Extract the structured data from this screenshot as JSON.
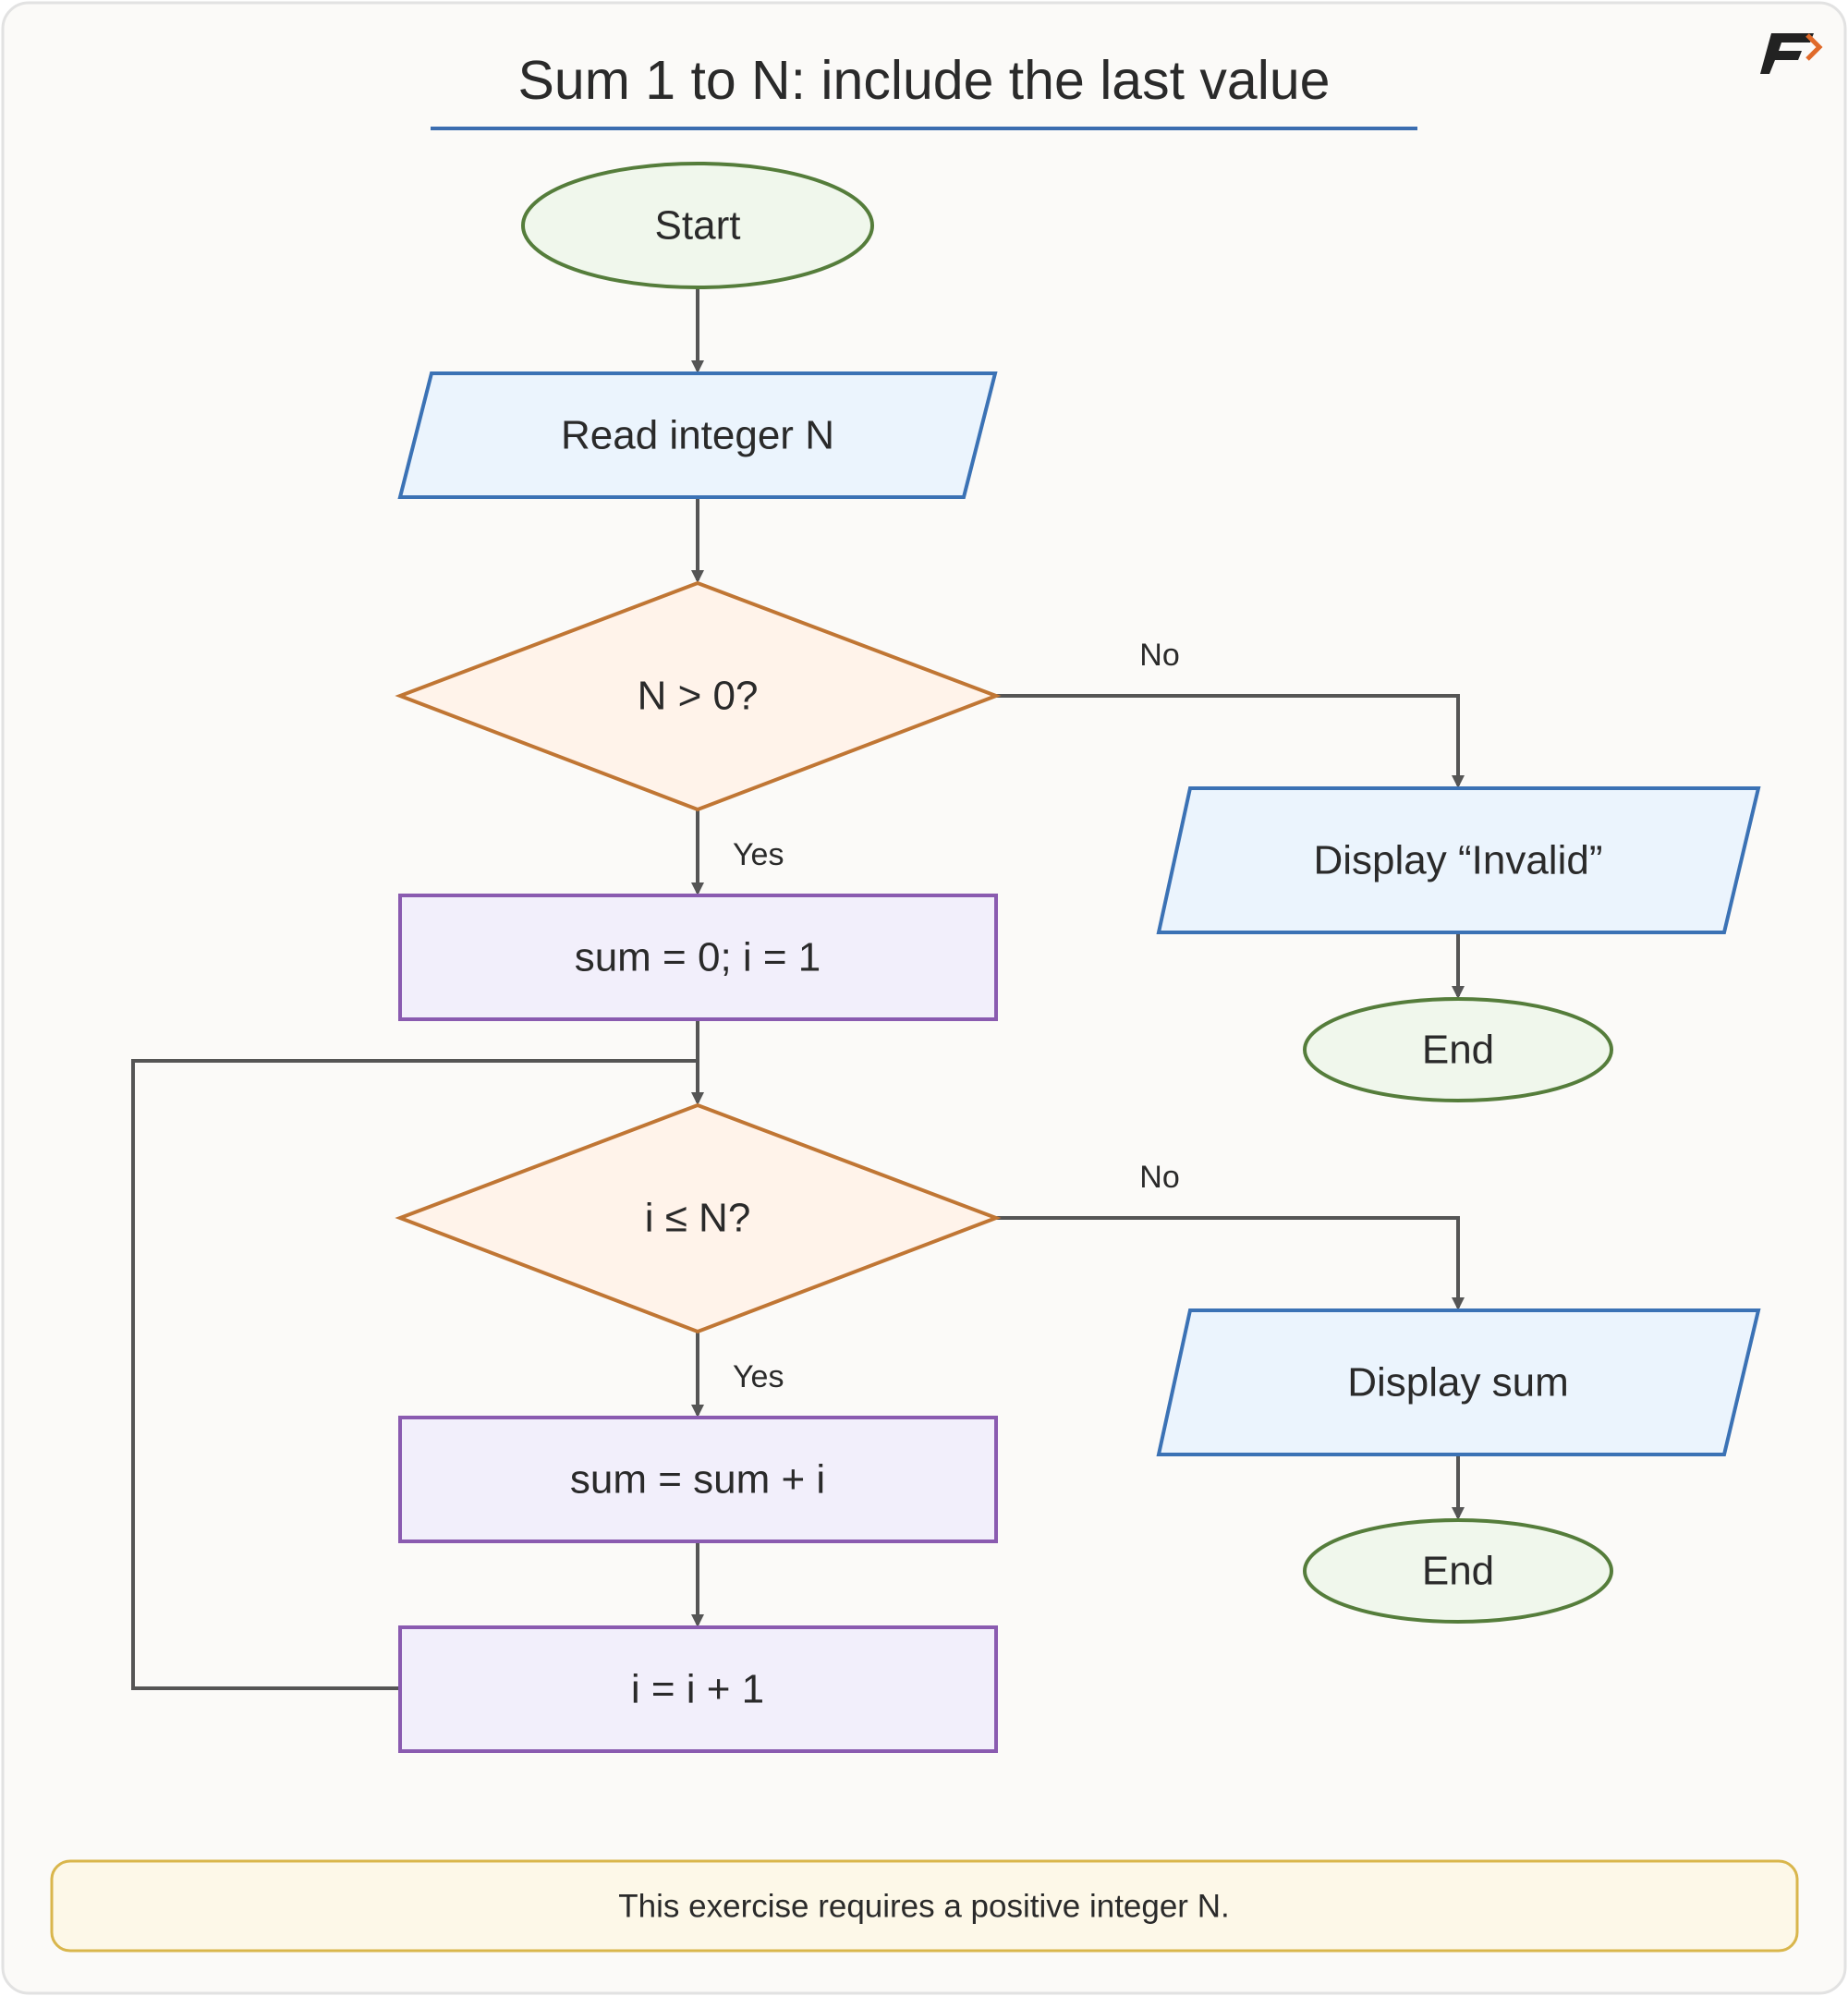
{
  "diagram": {
    "title": "Sum 1 to N: include the last value",
    "note": "This exercise requires a positive integer N.",
    "colors": {
      "page_background": "#fbfaf8",
      "page_border": "#e2e2e2",
      "title_underline": "#3b6db0",
      "edge": "#555555",
      "terminal_fill": "#f0f7ec",
      "terminal_stroke": "#557d3b",
      "io_fill": "#ebf4fd",
      "io_stroke": "#3b72b5",
      "decision_fill": "#fff3ea",
      "decision_stroke": "#c07634",
      "process_fill": "#f2effb",
      "process_stroke": "#8a5bb0",
      "note_fill": "#fdf8e8",
      "note_stroke": "#d9b64c",
      "logo_dark": "#222222",
      "logo_accent": "#e06a2a"
    },
    "logo_icon": "f-arrow-logo-icon",
    "nodes": {
      "start": {
        "label": "Start",
        "kind": "terminal"
      },
      "read_n": {
        "label": "Read integer N",
        "kind": "io"
      },
      "check_n": {
        "label": "N > 0?",
        "kind": "decision"
      },
      "display_invalid": {
        "label": "Display “Invalid”",
        "kind": "io"
      },
      "end_invalid": {
        "label": "End",
        "kind": "terminal"
      },
      "init": {
        "label": "sum = 0; i = 1",
        "kind": "process"
      },
      "loop_check": {
        "label": "i ≤ N?",
        "kind": "decision"
      },
      "display_sum": {
        "label": "Display sum",
        "kind": "io"
      },
      "end_sum": {
        "label": "End",
        "kind": "terminal"
      },
      "accumulate": {
        "label": "sum = sum + i",
        "kind": "process"
      },
      "increment": {
        "label": "i = i + 1",
        "kind": "process"
      }
    },
    "edges": [
      {
        "id": "start-to-read",
        "from": "start",
        "to": "read_n",
        "label": ""
      },
      {
        "id": "read-to-check",
        "from": "read_n",
        "to": "check_n",
        "label": ""
      },
      {
        "id": "check-no",
        "from": "check_n",
        "to": "display_invalid",
        "label": "No"
      },
      {
        "id": "invalid-to-end",
        "from": "display_invalid",
        "to": "end_invalid",
        "label": ""
      },
      {
        "id": "check-yes",
        "from": "check_n",
        "to": "init",
        "label": "Yes"
      },
      {
        "id": "init-to-loop",
        "from": "init",
        "to": "loop_check",
        "label": ""
      },
      {
        "id": "loop-no",
        "from": "loop_check",
        "to": "display_sum",
        "label": "No"
      },
      {
        "id": "sum-to-end",
        "from": "display_sum",
        "to": "end_sum",
        "label": ""
      },
      {
        "id": "loop-yes",
        "from": "loop_check",
        "to": "accumulate",
        "label": "Yes"
      },
      {
        "id": "accumulate-to-increment",
        "from": "accumulate",
        "to": "increment",
        "label": ""
      },
      {
        "id": "increment-back-to-loop",
        "from": "increment",
        "to": "loop_check",
        "label": ""
      }
    ]
  }
}
